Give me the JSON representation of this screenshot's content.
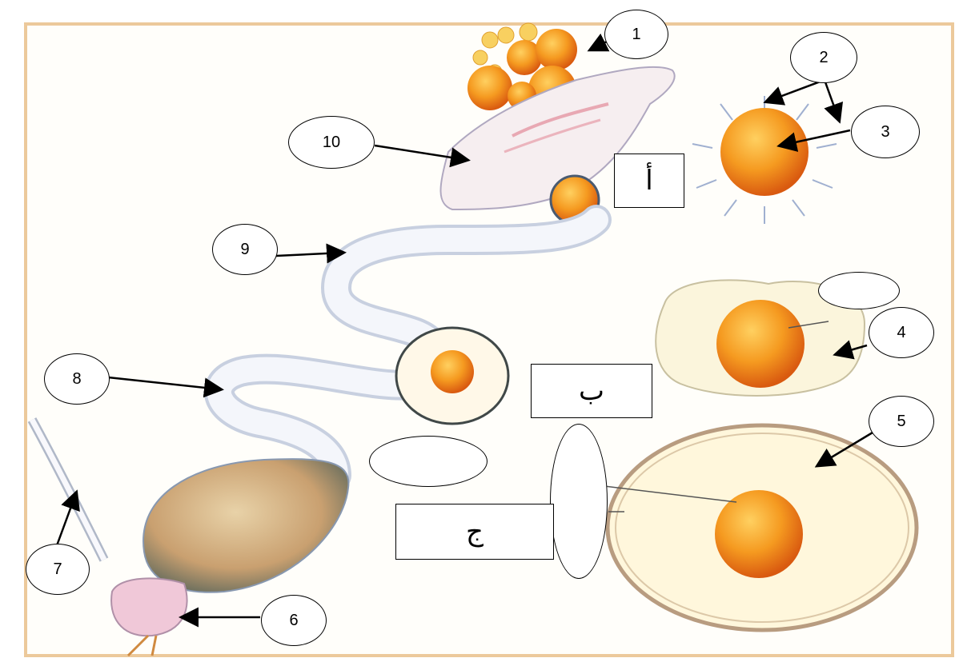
{
  "labels": {
    "l1": "1",
    "l2": "2",
    "l3": "3",
    "l4": "4",
    "l5": "5",
    "l6": "6",
    "l7": "7",
    "l8": "8",
    "l9": "9",
    "l10": "10"
  },
  "boxes": {
    "a": "أ",
    "b": "ب",
    "c": "ج"
  },
  "blank_ovals": {
    "b1": "",
    "b2": "",
    "b3": ""
  },
  "colors": {
    "frame": "#e8c8a0",
    "yolk": "#f28a1a",
    "tract": "#9aa8c8",
    "shell": "#c8a888"
  }
}
